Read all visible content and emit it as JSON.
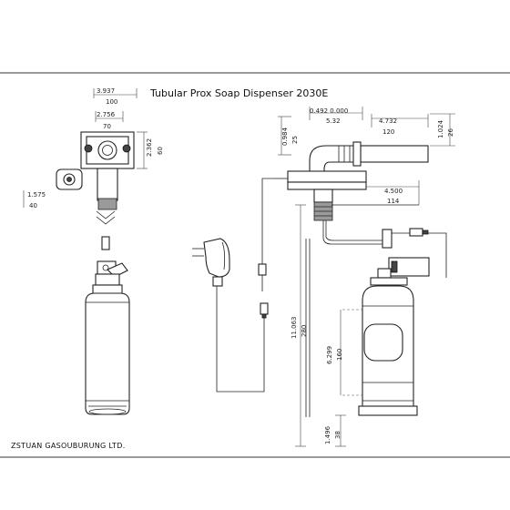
{
  "title": "Tubular Prox Soap Dispenser 2030E",
  "company": "ZSTUAN GASOUBURUNG LTD.",
  "dims": {
    "top_width_in": "3.937",
    "top_width_mm": "100",
    "inner_width_in": "2.756",
    "inner_width_mm": "70",
    "body_height_in": "2.362",
    "body_height_mm": "60",
    "knob_dia_in": "1.575",
    "knob_dia_mm": "40",
    "spout_top_a": "0.492 0.000",
    "spout_top_b": "5.32",
    "spout_left_in": "0.984",
    "spout_left_mm": "25",
    "spout_len_in": "4.732",
    "spout_len_mm": "120",
    "spout_h_in": "1.024",
    "spout_h_mm": "26",
    "reach_in": "4.500",
    "reach_mm": "114",
    "bottle_tot_in": "11.063",
    "bottle_tot_mm": "280",
    "bottle_body_in": "6.299",
    "bottle_body_mm": "160",
    "bottle_base_in": "1.496",
    "bottle_base_mm": "38"
  },
  "icons": {
    "adapter": "power-adapter-icon",
    "sensor": "sensor-icon",
    "pump": "pump-icon"
  }
}
